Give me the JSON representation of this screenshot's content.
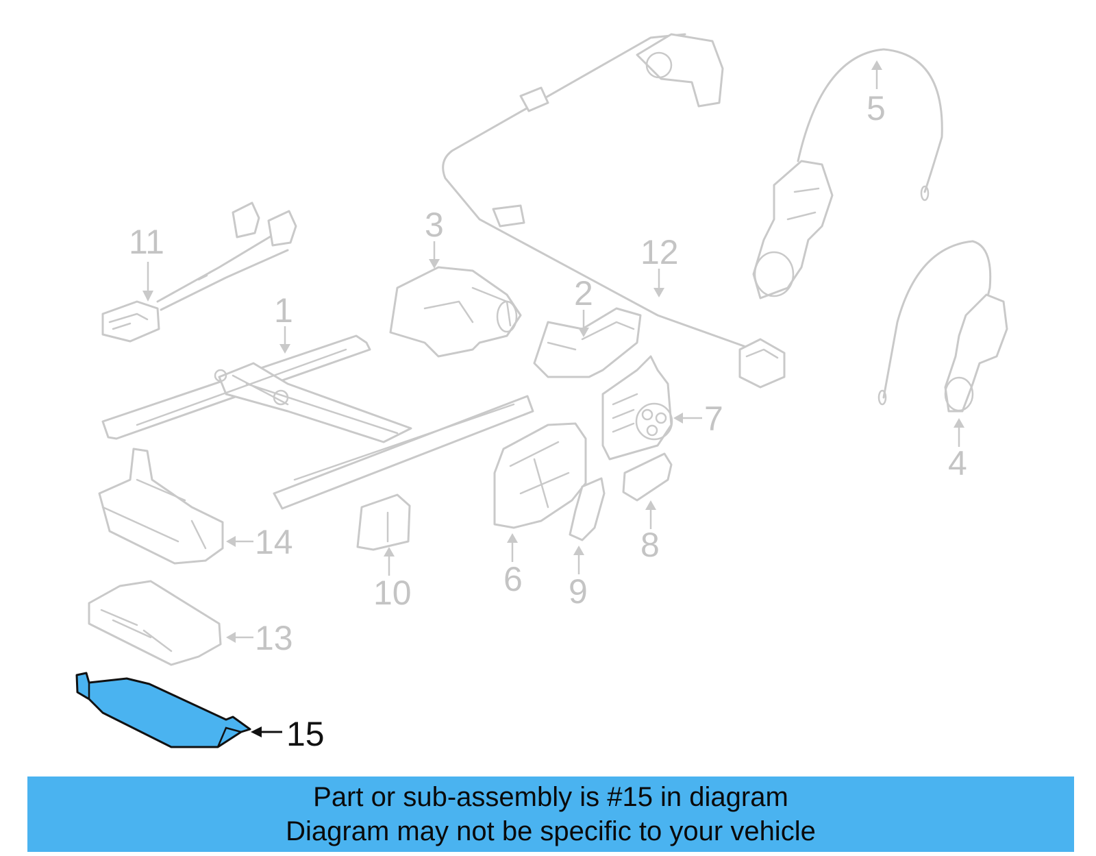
{
  "callouts": {
    "c1": "1",
    "c2": "2",
    "c3": "3",
    "c4": "4",
    "c5": "5",
    "c6": "6",
    "c7": "7",
    "c8": "8",
    "c9": "9",
    "c10": "10",
    "c11": "11",
    "c12": "12",
    "c13": "13",
    "c14": "14",
    "c15": "15"
  },
  "highlighted_part": "15",
  "colors": {
    "highlight_fill": "#4ab3f0",
    "banner_bg": "#4ab3f0",
    "part_outline": "#c9c9c9",
    "highlight_outline": "#111111"
  },
  "banner": {
    "line1": "Part or sub-assembly is #15 in diagram",
    "line2": "Diagram may not be specific to your vehicle"
  }
}
